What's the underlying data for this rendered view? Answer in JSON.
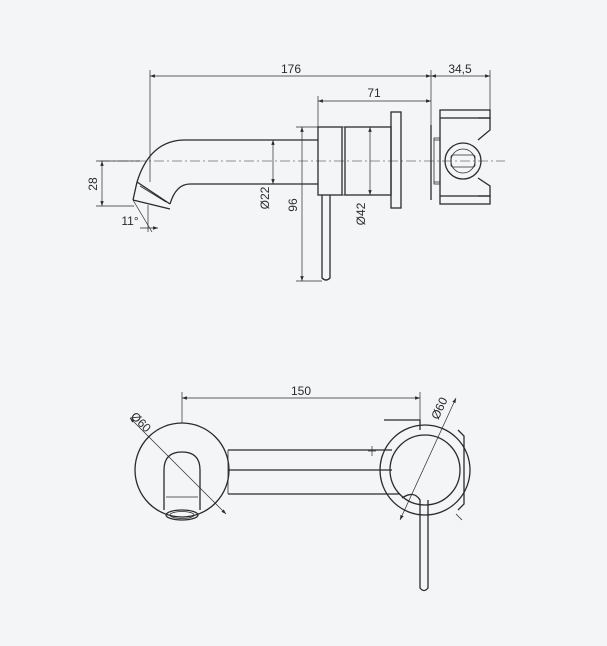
{
  "dimensions": {
    "side": {
      "total_length": "176",
      "body_depth": "34,5",
      "handle_offset": "71",
      "spout_drop": "28",
      "spout_angle": "11°",
      "spout_diameter": "Ø22",
      "lever_height": "96",
      "handle_diameter": "Ø42"
    },
    "top": {
      "centers": "150",
      "rosette_spout": "Ø60",
      "rosette_handle": "Ø60"
    }
  },
  "colors": {
    "line": "#2b2b2b",
    "background": "#f4f5f7"
  }
}
